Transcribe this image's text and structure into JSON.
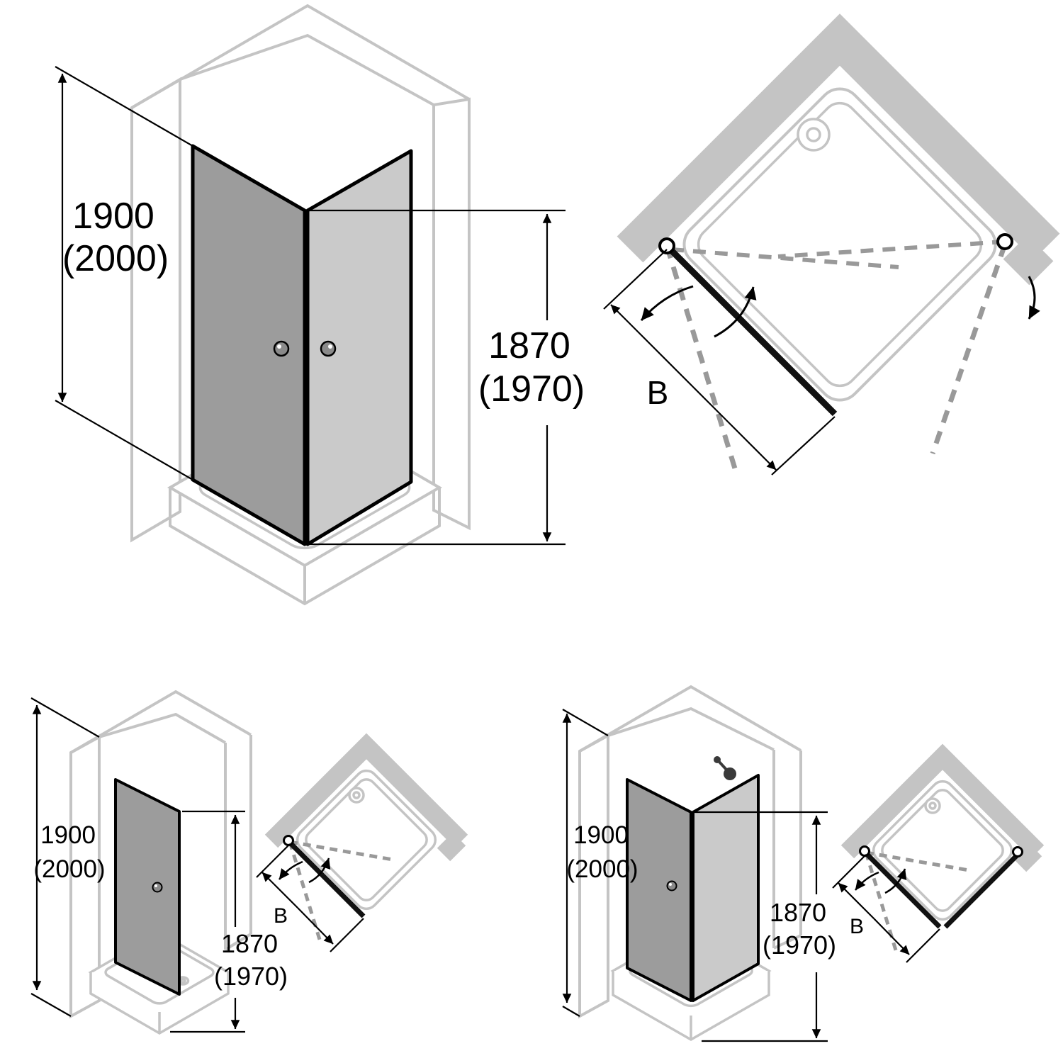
{
  "background": "#ffffff",
  "colors": {
    "wall_gray": "#c4c4c4",
    "door_dark": "#9c9c9c",
    "glass_light": "#cacaca",
    "line_black": "#000000",
    "dash_gray": "#999999"
  },
  "panels": [
    {
      "id": "corner-entry-front",
      "view": "isometric-front",
      "labels": {
        "height_total_line1": "1900",
        "height_total_line2": "(2000)",
        "height_glass_line1": "1870",
        "height_glass_line2": "(1970)"
      }
    },
    {
      "id": "corner-entry-plan",
      "view": "plan",
      "labels": {
        "width": "B"
      }
    },
    {
      "id": "pivot-door-front",
      "view": "isometric-front",
      "labels": {
        "height_total_line1": "1900",
        "height_total_line2": "(2000)",
        "height_glass_line1": "1870",
        "height_glass_line2": "(1970)"
      }
    },
    {
      "id": "pivot-door-plan",
      "view": "plan",
      "labels": {
        "width": "B"
      }
    },
    {
      "id": "door-with-side-panel-front",
      "view": "isometric-front",
      "labels": {
        "height_total_line1": "1900",
        "height_total_line2": "(2000)",
        "height_glass_line1": "1870",
        "height_glass_line2": "(1970)"
      }
    },
    {
      "id": "door-with-side-panel-plan",
      "view": "plan",
      "labels": {
        "width": "B"
      }
    }
  ]
}
